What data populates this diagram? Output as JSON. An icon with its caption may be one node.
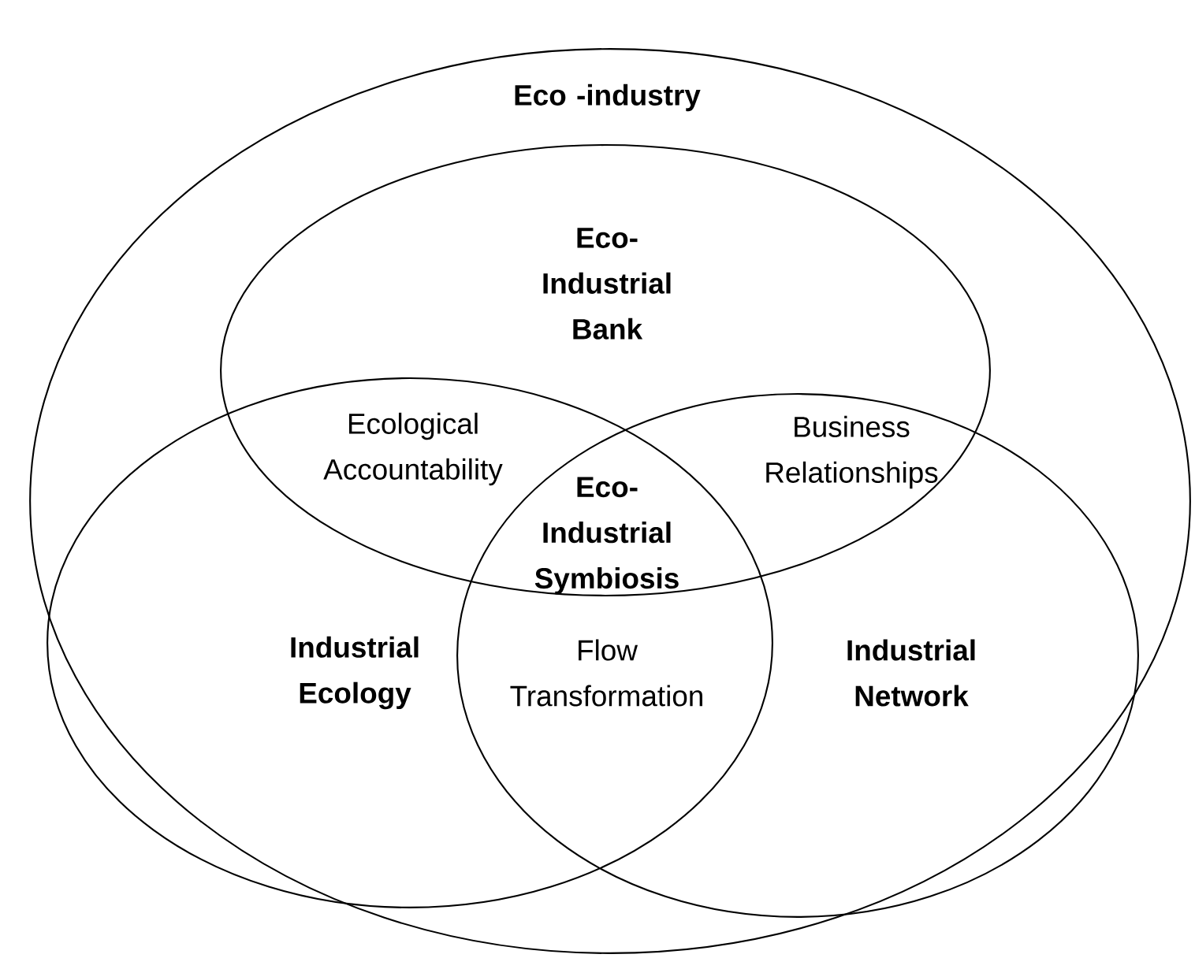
{
  "diagram": {
    "nodes": [
      {
        "text": [
          "Eco -industry"
        ]
      },
      {
        "text": [
          "Eco- Industrial Bank"
        ],
        "in": 0
      },
      {
        "text": [
          "Industrial Ecology"
        ],
        "in": 0
      },
      {
        "text": [
          "Industrial Network"
        ],
        "in": 0
      }
    ],
    "labels": [
      "Ecological Accountability",
      "Business Relationships",
      "Eco- Industrial Symbiosis",
      "Flow Transformation"
    ]
  }
}
